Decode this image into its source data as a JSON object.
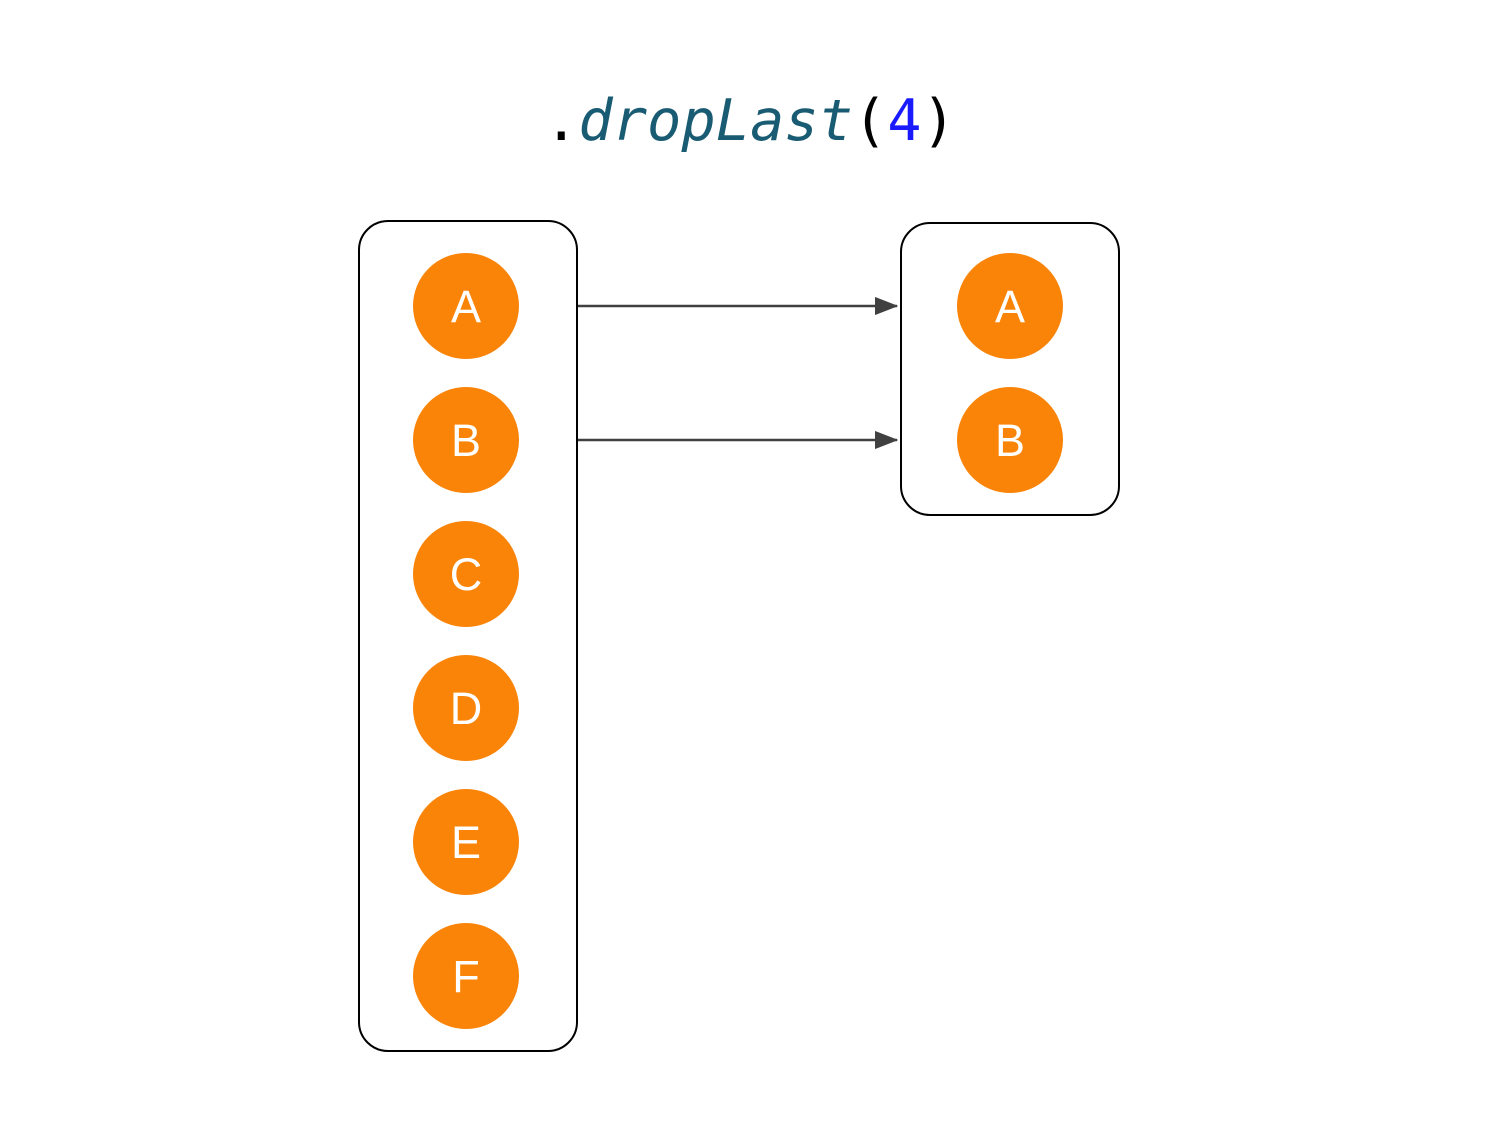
{
  "title": {
    "prefix": ".",
    "method": "dropLast",
    "open_paren": "(",
    "argument": "4",
    "close_paren": ")",
    "full_text": ".dropLast(4)"
  },
  "colors": {
    "node_fill": "#f98408",
    "node_label": "#ffffff",
    "container_stroke": "#000000",
    "arrow": "#404040",
    "method_text": "#195b72",
    "argument_text": "#1a1aff",
    "punctuation_text": "#000000",
    "background": "#ffffff"
  },
  "source_collection": {
    "name": "source-collection",
    "items": [
      {
        "label": "A"
      },
      {
        "label": "B"
      },
      {
        "label": "C"
      },
      {
        "label": "D"
      },
      {
        "label": "E"
      },
      {
        "label": "F"
      }
    ]
  },
  "result_collection": {
    "name": "result-collection",
    "items": [
      {
        "label": "A"
      },
      {
        "label": "B"
      }
    ]
  },
  "arrows": [
    {
      "from": "A",
      "to": "A"
    },
    {
      "from": "B",
      "to": "B"
    }
  ]
}
